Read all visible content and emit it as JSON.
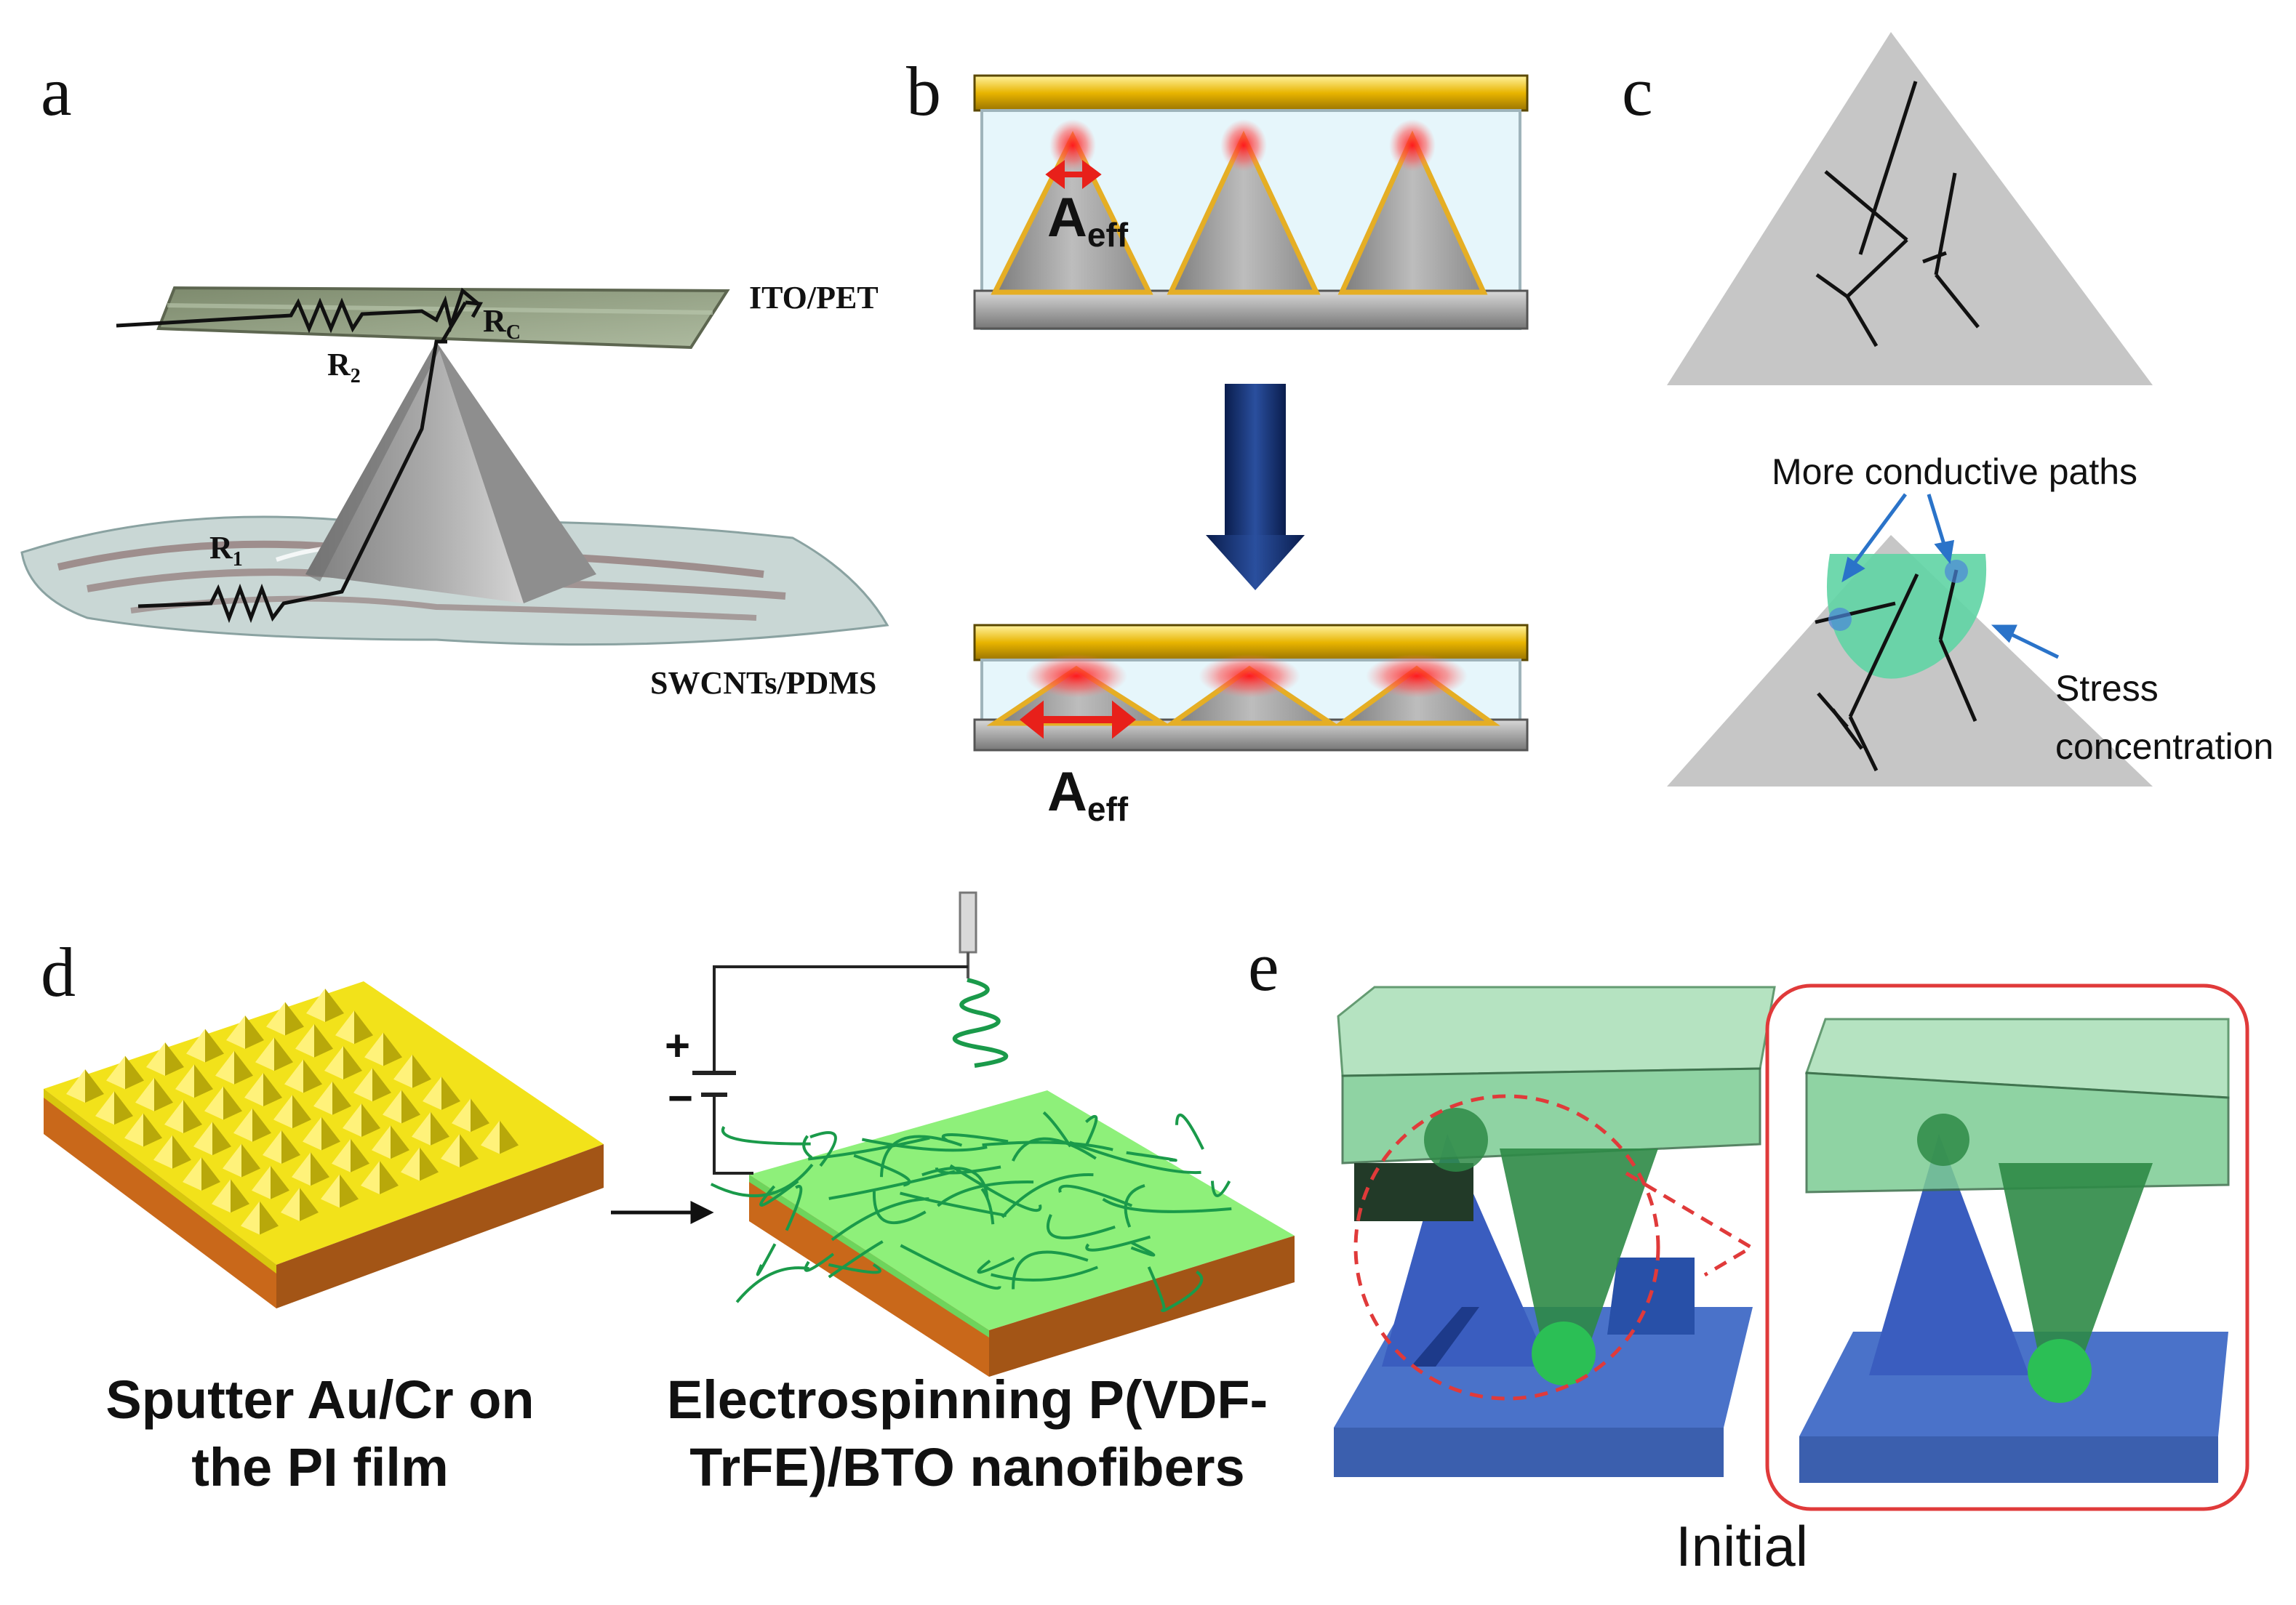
{
  "panels": {
    "a": {
      "letter": "a",
      "top_layer_label": "ITO/PET",
      "bottom_layer_label": "SWCNTs/PDMS",
      "resistors": {
        "r1": "R",
        "r1_sub": "1",
        "r2": "R",
        "r2_sub": "2",
        "rc": "R",
        "rc_sub": "C"
      }
    },
    "b": {
      "letter": "b",
      "aeff_top": "A",
      "aeff_top_sub": "eff",
      "aeff_bottom": "A",
      "aeff_bottom_sub": "eff"
    },
    "c": {
      "letter": "c",
      "conductive_paths_label": "More conductive paths",
      "stress_label_line1": "Stress",
      "stress_label_line2": "concentration"
    },
    "d": {
      "letter": "d",
      "plus_sign": "+",
      "minus_sign": "−",
      "caption_left_line1": "Sputter Au/Cr on",
      "caption_left_line2": "the PI film",
      "caption_right_line1": "Electrospinning P(VDF-",
      "caption_right_line2": "TrFE)/BTO nanofibers"
    },
    "e": {
      "letter": "e",
      "state_label": "Initial"
    }
  },
  "colors": {
    "gold": "#e8b400",
    "pyramid_gray": "#bdbdbd",
    "glow_red": "#ff2a2a",
    "arrow_navy": "#0f2a6b",
    "teal_circle": "#5fd4a4",
    "annot_blue": "#2a73c9",
    "film_yellow": "#f2e21a",
    "film_orange": "#c9681a",
    "fiber_green": "#1a9a4a",
    "light_green": "#8ef07a",
    "cube_green": "#7ccc93",
    "base_blue": "#4a72c9",
    "dash_red": "#e03a3a"
  }
}
